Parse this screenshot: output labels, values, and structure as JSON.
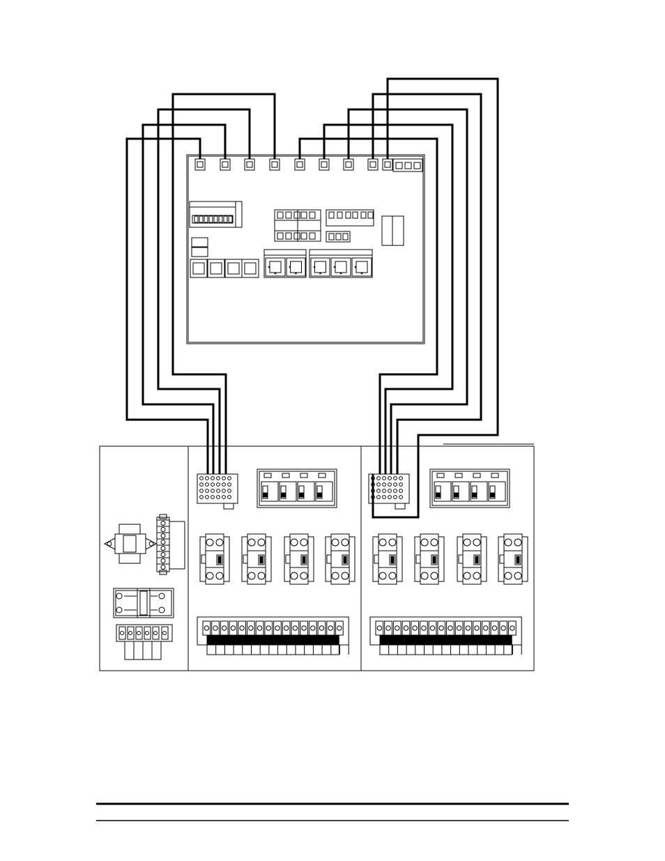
{
  "diagram": {
    "controller_connectors": 9,
    "wiring_harness_left_wires": 4,
    "wiring_harness_right_wires": 5,
    "contactors_per_panel": 4,
    "terminal_blocks_per_strip": 16,
    "relay_modules_per_panel": 4
  },
  "colors": {
    "line": "#000000",
    "background": "#ffffff"
  }
}
